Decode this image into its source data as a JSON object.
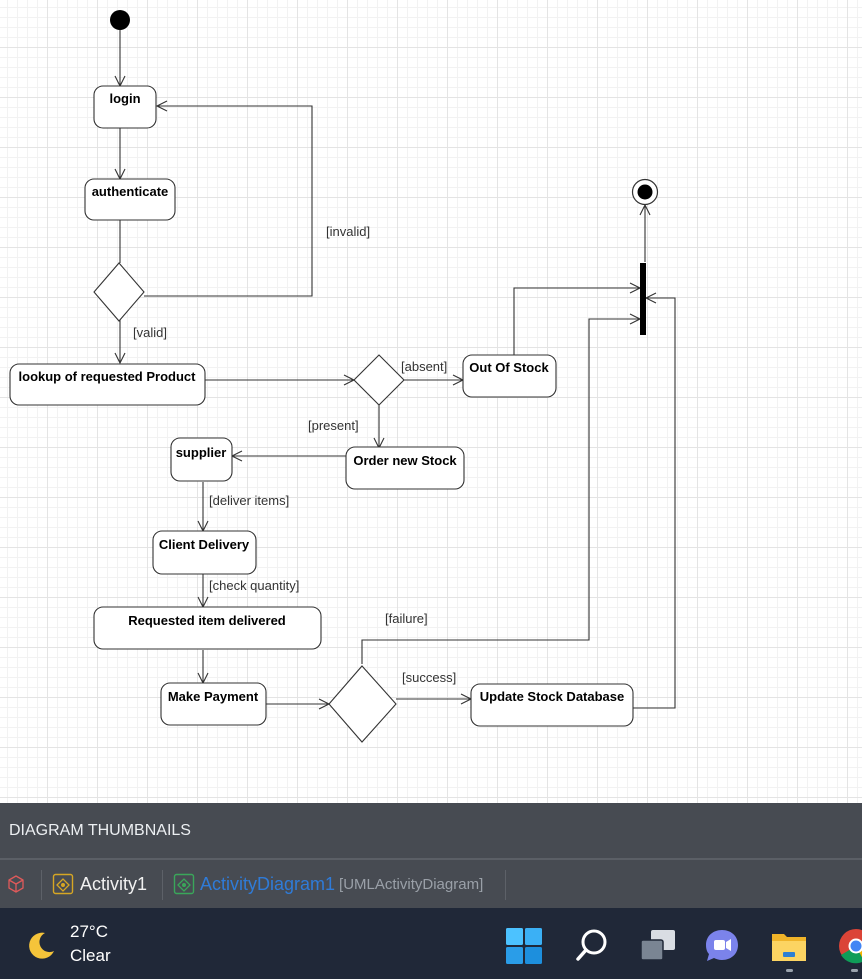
{
  "diagram": {
    "nodes": {
      "login": "login",
      "authenticate": "authenticate",
      "lookup": "lookup of requested Product",
      "out_of_stock": "Out Of Stock",
      "order_new_stock": "Order new Stock",
      "supplier": "supplier",
      "client_delivery": "Client Delivery",
      "requested_delivered": "Requested item delivered",
      "make_payment": "Make Payment",
      "update_stock": "Update Stock Database"
    },
    "guards": {
      "invalid": "[invalid]",
      "valid": "[valid]",
      "absent": "[absent]",
      "present": "[present]",
      "deliver_items": "[deliver items]",
      "check_quantity": "[check quantity]",
      "failure": "[failure]",
      "success": "[success]"
    }
  },
  "thumbnails": {
    "header": "DIAGRAM THUMBNAILS",
    "items": [
      {
        "label": "Activity1"
      },
      {
        "label": "ActivityDiagram1",
        "type": "[UMLActivityDiagram]"
      }
    ],
    "accent": "#2f7bd8"
  },
  "taskbar": {
    "temperature": "27°C",
    "condition": "Clear",
    "icons": [
      "weather-moon-icon",
      "windows-start-icon",
      "search-icon",
      "task-view-icon",
      "chat-icon",
      "file-explorer-icon",
      "chrome-icon"
    ]
  }
}
